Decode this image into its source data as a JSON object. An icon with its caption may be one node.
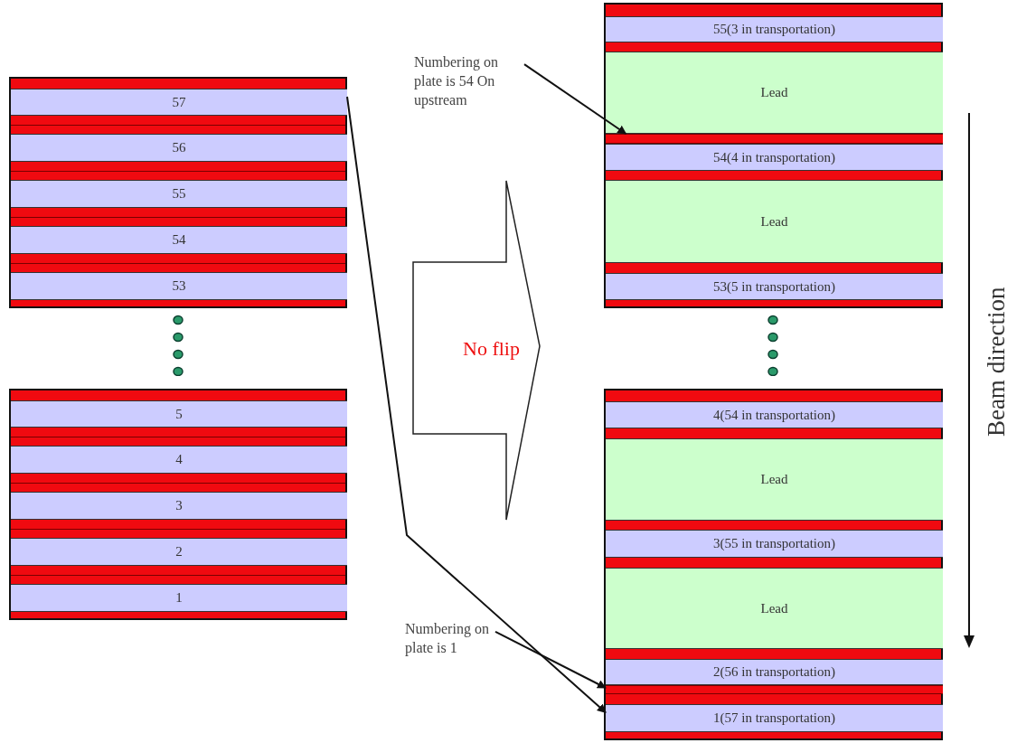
{
  "diagram": {
    "nodes": [
      {
        "text": [],
        "shape": "box"
      },
      {
        "text": [
          "57"
        ],
        "in": 0
      },
      {
        "text": [
          "56"
        ],
        "in": 0
      },
      {
        "text": [
          "55"
        ],
        "in": 0
      },
      {
        "text": [
          "54"
        ],
        "in": 0
      },
      {
        "text": [
          "53"
        ],
        "in": 0
      },
      {
        "text": [],
        "shape": "box"
      },
      {
        "text": [
          "5"
        ],
        "in": 6
      },
      {
        "text": [
          "4"
        ],
        "in": 6
      },
      {
        "text": [
          "3"
        ],
        "in": 6
      },
      {
        "text": [
          "2"
        ],
        "in": 6
      },
      {
        "text": [
          "1"
        ],
        "in": 6
      },
      {
        "text": [
          "No flip"
        ]
      },
      {
        "text": [
          "Numbering on plate is 54 On upstream"
        ]
      },
      {
        "text": [],
        "shape": "box"
      },
      {
        "text": [
          "55(3 in transportation)"
        ],
        "in": 14
      },
      {
        "text": [
          "Lead"
        ],
        "in": 14
      },
      {
        "text": [],
        "shape": "bar",
        "in": 14
      },
      {
        "text": [
          "54(4 in transportation)"
        ],
        "in": 14
      },
      {
        "text": [
          "Lead"
        ],
        "in": 14
      },
      {
        "text": [
          "53(5 in transportation)"
        ],
        "in": 14
      },
      {
        "text": [],
        "shape": "box"
      },
      {
        "text": [
          "4(54 in transportation)"
        ],
        "in": 21
      },
      {
        "text": [
          "Lead"
        ],
        "in": 21
      },
      {
        "text": [
          "3(55 in transportation)"
        ],
        "in": 21
      },
      {
        "text": [
          "Lead"
        ],
        "in": 21
      },
      {
        "text": [
          "2(56 in transportation)"
        ],
        "in": 21
      },
      {
        "text": [],
        "shape": "bar",
        "in": 21
      },
      {
        "text": [
          "1(57 in transportation)"
        ],
        "in": 21
      },
      {
        "text": [
          "Numbering on plate is 1"
        ]
      }
    ],
    "edges": [
      {
        "from": 1,
        "to": 28,
        "arrow": "to"
      },
      {
        "from": 13,
        "to": 17,
        "arrow": "to"
      },
      {
        "from": 29,
        "to": 27,
        "arrow": "to"
      }
    ],
    "labels": [
      "Beam direction"
    ]
  }
}
